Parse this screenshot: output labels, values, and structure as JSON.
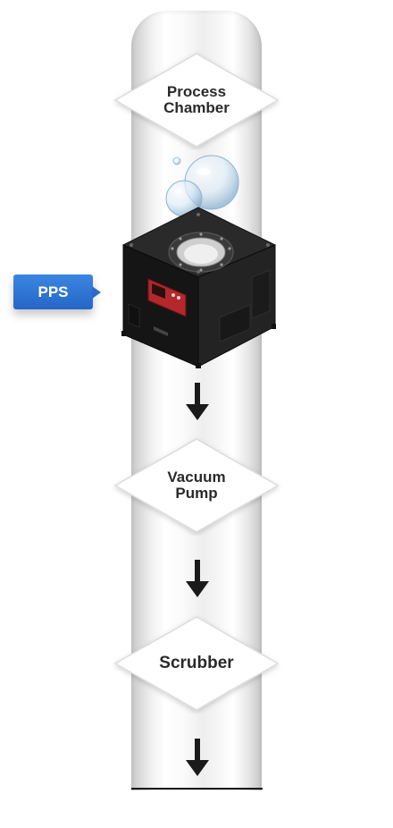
{
  "diagram": {
    "nodes": {
      "process_chamber": "Process\nChamber",
      "vacuum_pump": "Vacuum\nPump",
      "scrubber": "Scrubber"
    },
    "side_tag": "PPS",
    "colors": {
      "tag_blue": "#2a6ccb",
      "machine_body": "#1e1e1e",
      "control_panel": "#b3282c",
      "arrow": "#1a1a1a",
      "diamond_fill": "#ffffff",
      "diamond_stroke": "#d9d9d9"
    },
    "icons": [
      "bubble-icon",
      "pps-machine-icon",
      "down-arrow-icon"
    ]
  }
}
